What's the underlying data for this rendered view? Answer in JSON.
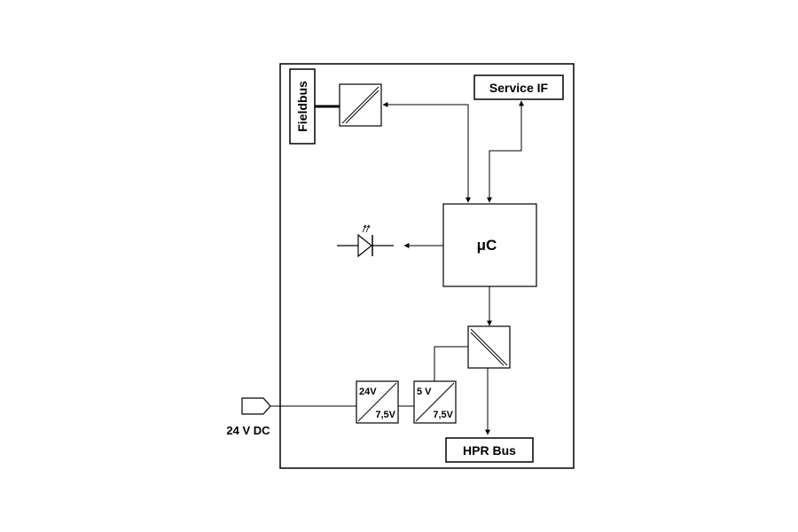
{
  "blocks": {
    "fieldbus": "Fieldbus",
    "service_if": "Service IF",
    "microcontroller": "μC",
    "hpr_bus": "HPR Bus",
    "power_input": "24 V DC"
  },
  "converters": {
    "first": {
      "input": "24V",
      "output": "7,5V"
    },
    "second": {
      "input": "5 V",
      "output": "7,5V"
    }
  },
  "colors": {
    "line": "#000000",
    "background": "#ffffff"
  },
  "icons": {
    "led": "led-diode-icon",
    "connector": "pentagon-connector-icon"
  }
}
